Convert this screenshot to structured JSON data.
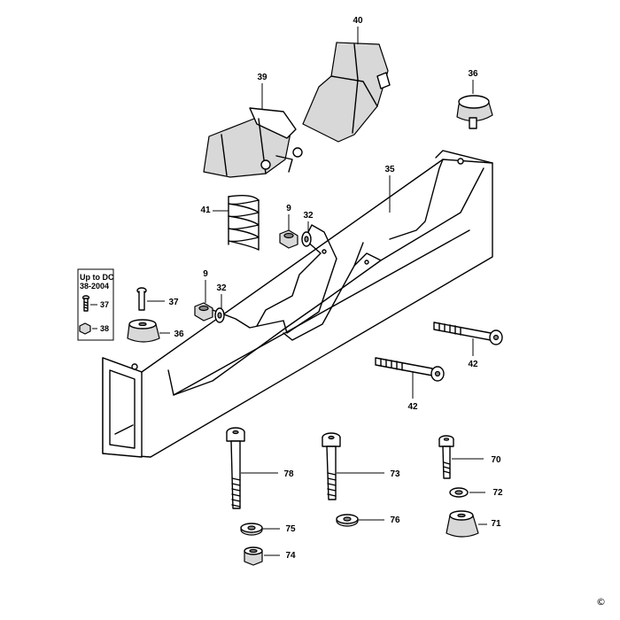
{
  "labels": {
    "p40": "40",
    "p39": "39",
    "p36a": "36",
    "p35": "35",
    "p41": "41",
    "p9a": "9",
    "p32a": "32",
    "p9b": "9",
    "p32b": "32",
    "p37": "37",
    "p36b": "36",
    "p42a": "42",
    "p42b": "42",
    "p78": "78",
    "p73": "73",
    "p70": "70",
    "p72": "72",
    "p75": "75",
    "p76": "76",
    "p71": "71",
    "p74": "74"
  },
  "inset": {
    "title_line1": "Up to DC",
    "title_line2": "38-2004",
    "p37": "37",
    "p38": "38"
  },
  "copyright": "©"
}
